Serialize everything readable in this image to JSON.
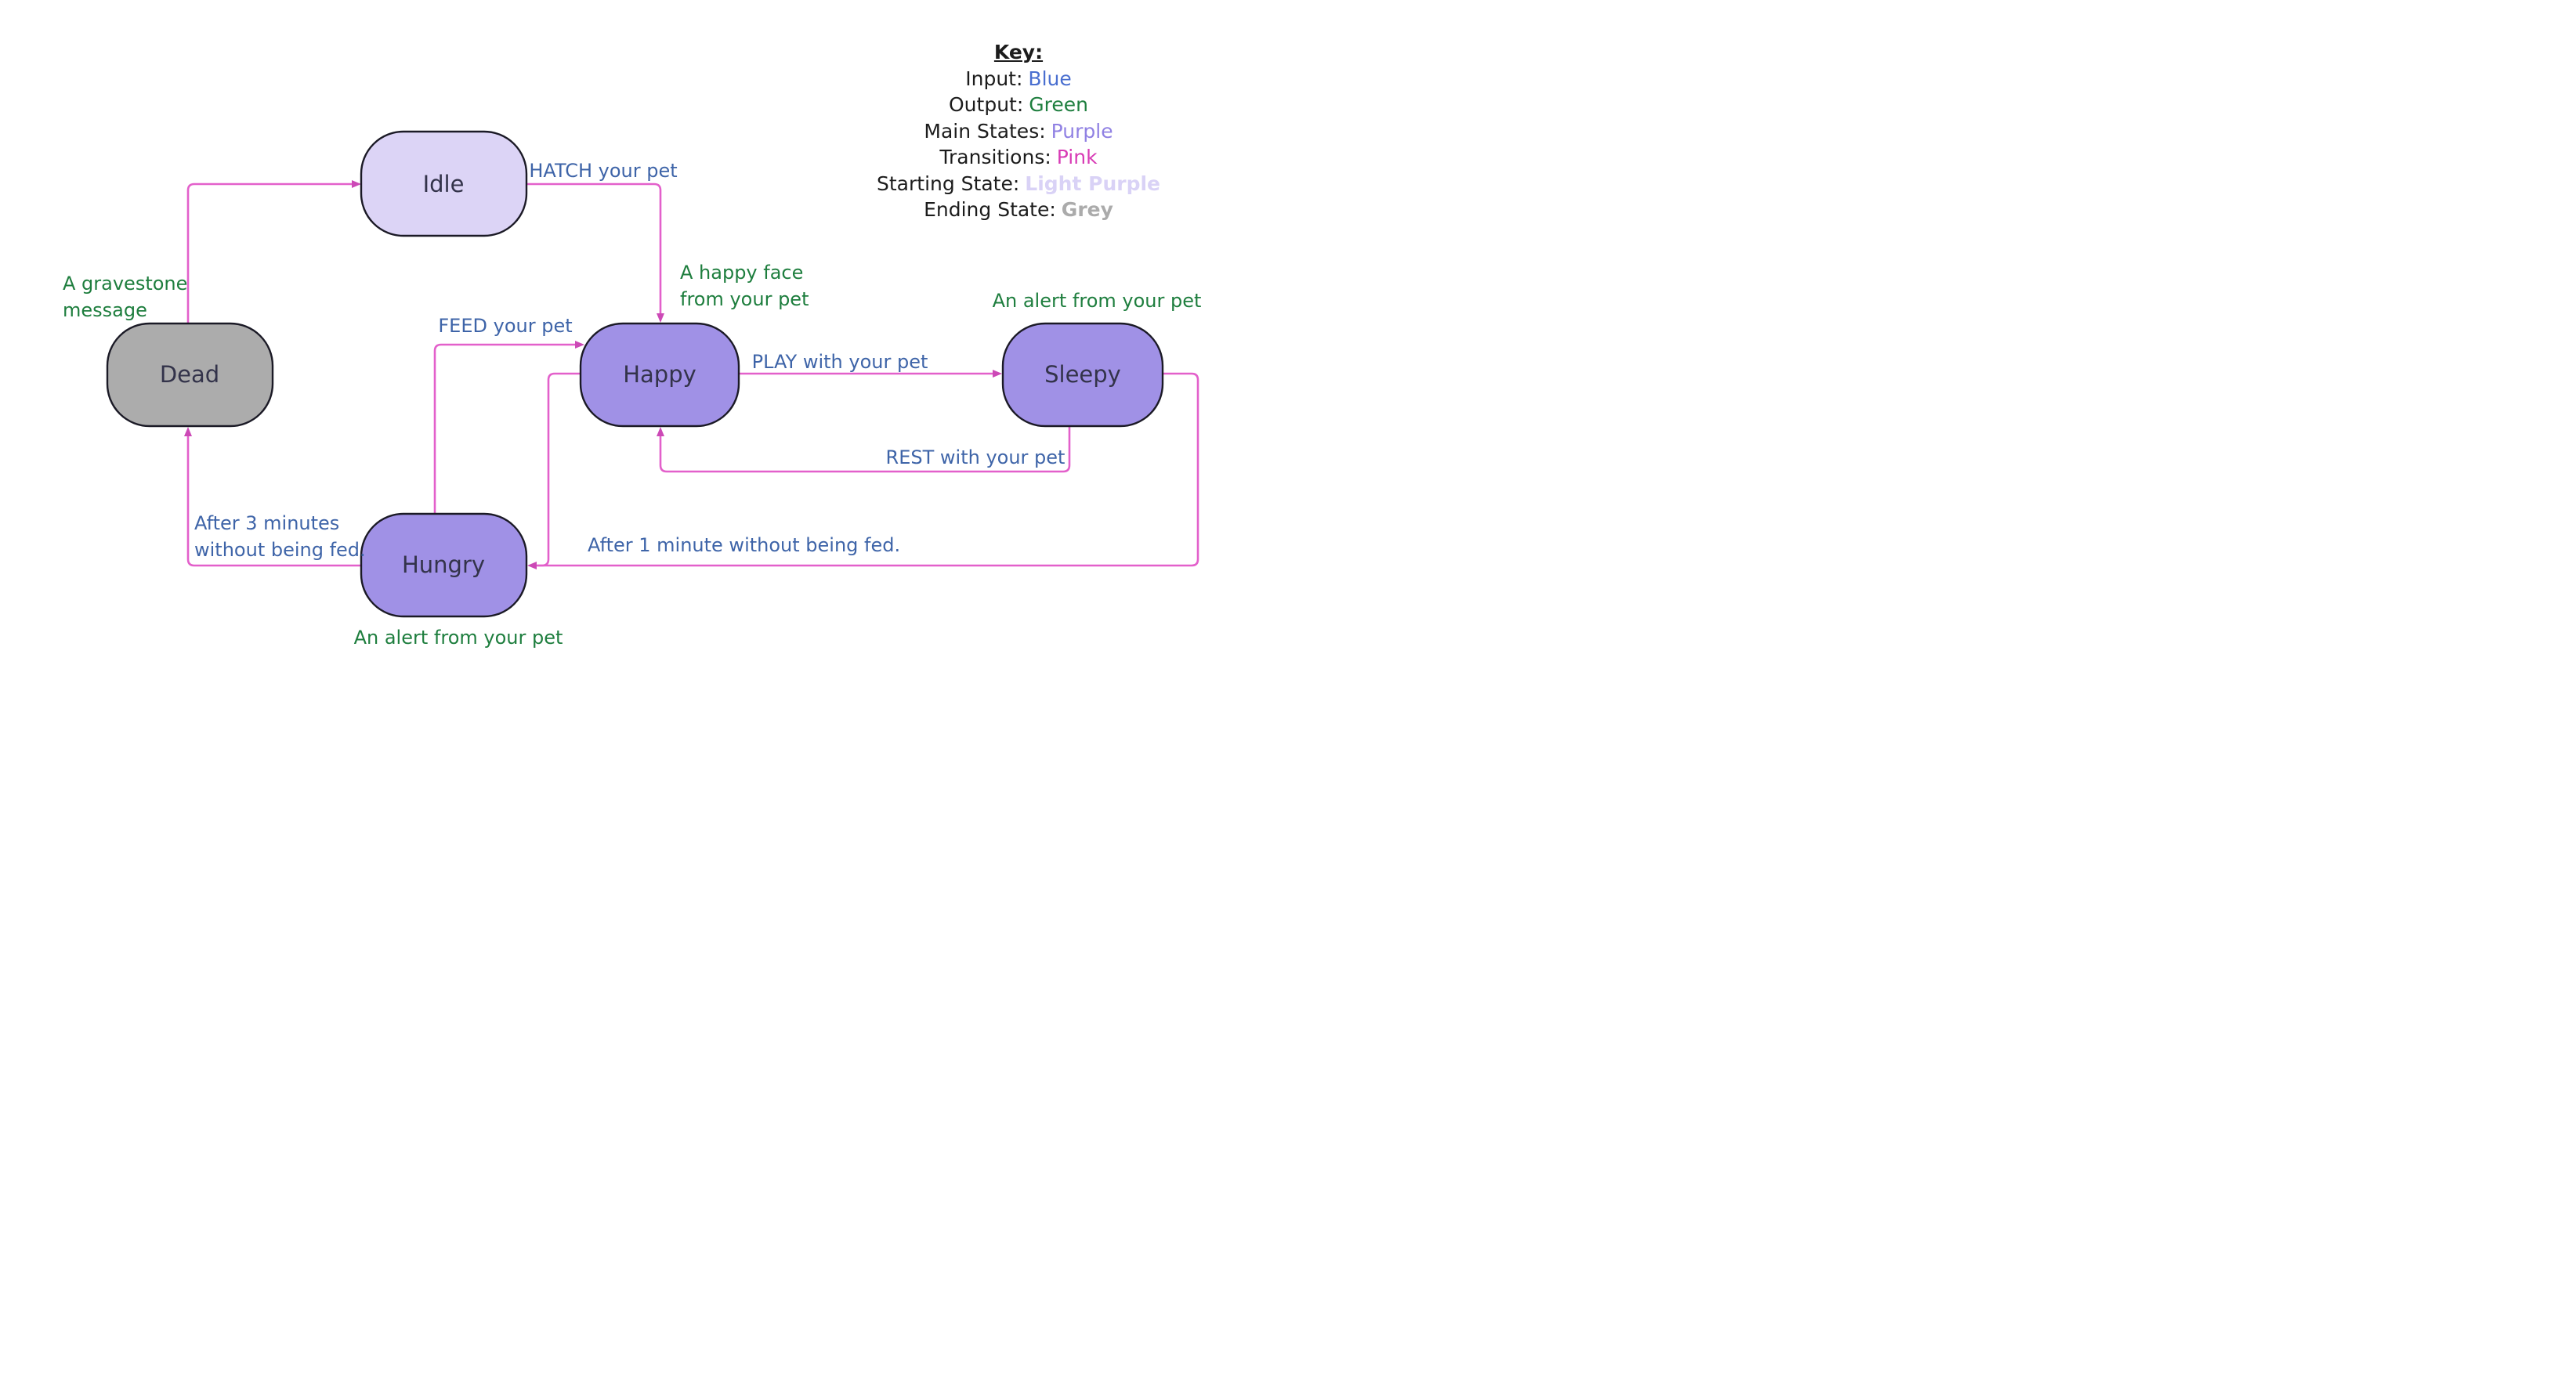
{
  "diagram": {
    "states": {
      "idle": {
        "label": "Idle",
        "role": "starting state"
      },
      "dead": {
        "label": "Dead",
        "role": "ending state",
        "output_line1": "A gravestone",
        "output_line2": "message"
      },
      "happy": {
        "label": "Happy",
        "role": "main state"
      },
      "sleepy": {
        "label": "Sleepy",
        "role": "main state",
        "output": "An alert from your pet"
      },
      "hungry": {
        "label": "Hungry",
        "role": "main state",
        "output": "An alert from your pet"
      }
    },
    "transitions": [
      {
        "id": "dead-idle",
        "from": "Dead",
        "to": "Idle",
        "input": ""
      },
      {
        "id": "idle-happy",
        "from": "Idle",
        "to": "Happy",
        "input": "HATCH your pet",
        "output_line1": "A happy face",
        "output_line2": "from your pet"
      },
      {
        "id": "hungry-happy",
        "from": "Hungry",
        "to": "Happy",
        "input": "FEED your pet"
      },
      {
        "id": "happy-sleepy",
        "from": "Happy",
        "to": "Sleepy",
        "input": "PLAY with your pet"
      },
      {
        "id": "sleepy-happy",
        "from": "Sleepy",
        "to": "Happy",
        "input": "REST with your pet"
      },
      {
        "id": "sleepy-hungry",
        "from": "Sleepy",
        "to": "Hungry",
        "input": "After 1 minute without being fed."
      },
      {
        "id": "happy-hungry",
        "from": "Happy",
        "to": "Hungry",
        "input": "After 1 minute without being fed."
      },
      {
        "id": "hungry-dead",
        "from": "Hungry",
        "to": "Dead",
        "input_line1": "After 3 minutes",
        "input_line2": "without being fed."
      }
    ]
  },
  "key": {
    "title": "Key:",
    "entries": [
      {
        "label": "Input:",
        "value": "Blue"
      },
      {
        "label": "Output:",
        "value": "Green"
      },
      {
        "label": "Main States:",
        "value": "Purple"
      },
      {
        "label": "Transitions:",
        "value": "Pink"
      },
      {
        "label": "Starting State:",
        "value": "Light Purple"
      },
      {
        "label": "Ending State:",
        "value": "Grey"
      }
    ]
  },
  "colors": {
    "input_text": "#3E64A8",
    "output_text": "#1E7E3E",
    "transition_line": "#E360CB",
    "arrowhead": "#CC49B6",
    "main_state_fill": "#A091E6",
    "starting_state_fill": "#DCD4F6",
    "ending_state_fill": "#ACACAC",
    "node_border": "#1B1A26",
    "key_blue": "#4A6FD0",
    "key_green": "#1E7E3E",
    "key_purple": "#9081E3",
    "key_pink": "#D83BB5",
    "key_light_purple": "#D9D2F6",
    "key_grey": "#ABABAB"
  }
}
